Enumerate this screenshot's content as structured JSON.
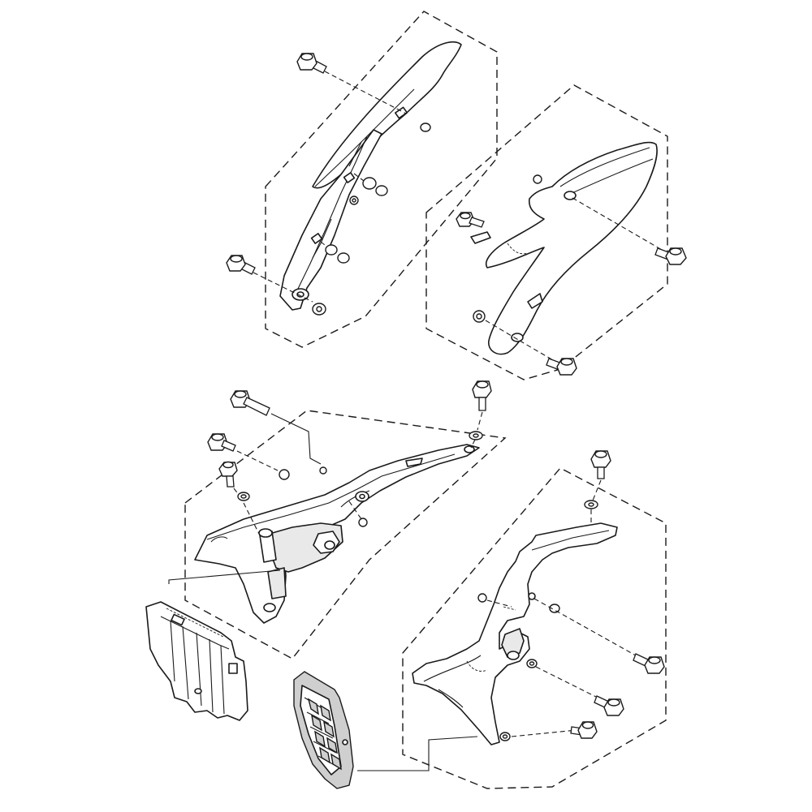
{
  "diagram": {
    "groups": [
      {
        "id": "group-upper-left"
      },
      {
        "id": "group-upper-right"
      },
      {
        "id": "group-lower-left"
      },
      {
        "id": "group-lower-right"
      }
    ],
    "parts": [
      {
        "id": "side-cover-left-upper"
      },
      {
        "id": "side-cover-right-upper"
      },
      {
        "id": "radiator-shroud-left"
      },
      {
        "id": "radiator-shroud-right"
      },
      {
        "id": "radiator-guard-louver-left"
      },
      {
        "id": "radiator-guard-louver-right"
      }
    ],
    "colors": {
      "line": "#1a1a1a",
      "fill": "#ffffff",
      "shade": "#e9e9e9"
    }
  }
}
